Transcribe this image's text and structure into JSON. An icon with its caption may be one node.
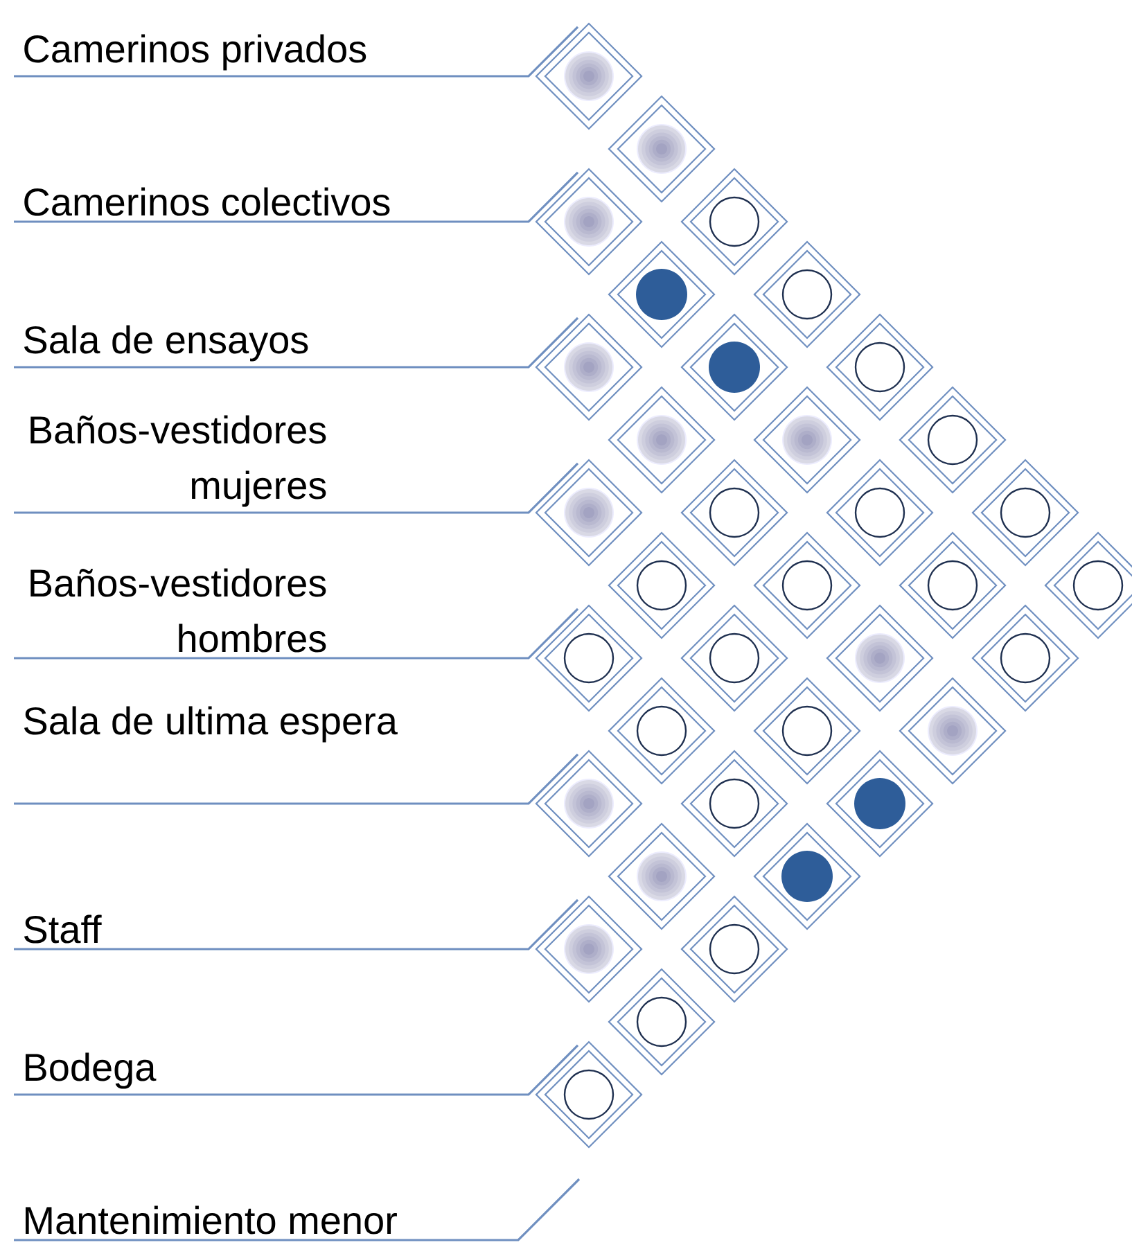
{
  "diagram": {
    "nodes": [
      {
        "text": [
          "Camerinos privados"
        ]
      },
      {
        "text": [
          "Camerinos colectivos"
        ]
      },
      {
        "text": [
          "Sala de ensayos"
        ]
      },
      {
        "text": [
          "Baños-vestidores mujeres"
        ]
      },
      {
        "text": [
          "Baños-vestidores hombres"
        ]
      },
      {
        "text": [
          "Sala de ultima espera"
        ]
      },
      {
        "text": [
          "Staff"
        ]
      },
      {
        "text": [
          "Bodega"
        ]
      },
      {
        "text": [
          "Mantenimiento menor"
        ]
      },
      {
        "text": [],
        "shape": "diamond"
      },
      {
        "text": [],
        "shape": "spot",
        "in": 9
      },
      {
        "text": [],
        "shape": "diamond"
      },
      {
        "text": [],
        "shape": "spot",
        "in": 11
      },
      {
        "text": [],
        "shape": "diamond"
      },
      {
        "text": [],
        "shape": "spot",
        "in": 13
      },
      {
        "text": [],
        "shape": "diamond"
      },
      {
        "text": [],
        "shape": "circle",
        "in": 15
      },
      {
        "text": [],
        "shape": "diamond"
      },
      {
        "text": [],
        "shape": "dot",
        "in": 17
      },
      {
        "text": [],
        "shape": "diamond"
      },
      {
        "text": [],
        "shape": "circle",
        "in": 19
      },
      {
        "text": [],
        "shape": "diamond"
      },
      {
        "text": [],
        "shape": "spot",
        "in": 21
      },
      {
        "text": [],
        "shape": "diamond"
      },
      {
        "text": [],
        "shape": "dot",
        "in": 23
      },
      {
        "text": [],
        "shape": "diamond"
      },
      {
        "text": [],
        "shape": "circle",
        "in": 25
      },
      {
        "text": [],
        "shape": "diamond"
      },
      {
        "text": [],
        "shape": "spot",
        "in": 27
      },
      {
        "text": [],
        "shape": "diamond"
      },
      {
        "text": [],
        "shape": "spot",
        "in": 29
      },
      {
        "text": [],
        "shape": "diamond"
      },
      {
        "text": [],
        "shape": "circle",
        "in": 31
      },
      {
        "text": [],
        "shape": "diamond"
      },
      {
        "text": [],
        "shape": "spot",
        "in": 33
      },
      {
        "text": [],
        "shape": "diamond"
      },
      {
        "text": [],
        "shape": "circle",
        "in": 35
      },
      {
        "text": [],
        "shape": "diamond"
      },
      {
        "text": [],
        "shape": "circle",
        "in": 37
      },
      {
        "text": [],
        "shape": "diamond"
      },
      {
        "text": [],
        "shape": "circle",
        "in": 39
      },
      {
        "text": [],
        "shape": "diamond"
      },
      {
        "text": [],
        "shape": "circle",
        "in": 41
      },
      {
        "text": [],
        "shape": "diamond"
      },
      {
        "text": [],
        "shape": "circle",
        "in": 43
      },
      {
        "text": [],
        "shape": "diamond"
      },
      {
        "text": [],
        "shape": "circle",
        "in": 45
      },
      {
        "text": [],
        "shape": "diamond"
      },
      {
        "text": [],
        "shape": "circle",
        "in": 47
      },
      {
        "text": [],
        "shape": "diamond"
      },
      {
        "text": [],
        "shape": "circle",
        "in": 49
      },
      {
        "text": [],
        "shape": "diamond"
      },
      {
        "text": [],
        "shape": "circle",
        "in": 51
      },
      {
        "text": [],
        "shape": "diamond"
      },
      {
        "text": [],
        "shape": "spot",
        "in": 53
      },
      {
        "text": [],
        "shape": "diamond"
      },
      {
        "text": [],
        "shape": "circle",
        "in": 55
      },
      {
        "text": [],
        "shape": "diamond"
      },
      {
        "text": [],
        "shape": "circle",
        "in": 57
      },
      {
        "text": [],
        "shape": "diamond"
      },
      {
        "text": [],
        "shape": "circle",
        "in": 59
      },
      {
        "text": [],
        "shape": "diamond"
      },
      {
        "text": [],
        "shape": "spot",
        "in": 61
      },
      {
        "text": [],
        "shape": "diamond"
      },
      {
        "text": [],
        "shape": "spot",
        "in": 63
      },
      {
        "text": [],
        "shape": "diamond"
      },
      {
        "text": [],
        "shape": "circle",
        "in": 65
      },
      {
        "text": [],
        "shape": "diamond"
      },
      {
        "text": [],
        "shape": "dot",
        "in": 67
      },
      {
        "text": [],
        "shape": "diamond"
      },
      {
        "text": [],
        "shape": "spot",
        "in": 69
      },
      {
        "text": [],
        "shape": "diamond"
      },
      {
        "text": [],
        "shape": "dot",
        "in": 71
      },
      {
        "text": [],
        "shape": "diamond"
      },
      {
        "text": [],
        "shape": "spot",
        "in": 73
      },
      {
        "text": [],
        "shape": "diamond"
      },
      {
        "text": [],
        "shape": "circle",
        "in": 75
      },
      {
        "text": [],
        "shape": "diamond"
      },
      {
        "text": [],
        "shape": "circle",
        "in": 77
      },
      {
        "text": [],
        "shape": "diamond"
      },
      {
        "text": [],
        "shape": "circle",
        "in": 79
      }
    ],
    "edges": [
      {
        "from": 0,
        "to": 9,
        "arrow": "none"
      },
      {
        "from": 1,
        "to": 13,
        "arrow": "none"
      },
      {
        "from": 2,
        "to": 21,
        "arrow": "none"
      },
      {
        "from": 3,
        "to": 33,
        "arrow": "none"
      },
      {
        "from": 4,
        "to": 49,
        "arrow": "none"
      },
      {
        "from": 5,
        "to": 63,
        "arrow": "none"
      },
      {
        "from": 6,
        "to": 73,
        "arrow": "none"
      },
      {
        "from": 7,
        "to": 79,
        "arrow": "none"
      },
      {
        "from": 8,
        "to": null,
        "arrow": "none"
      }
    ]
  }
}
